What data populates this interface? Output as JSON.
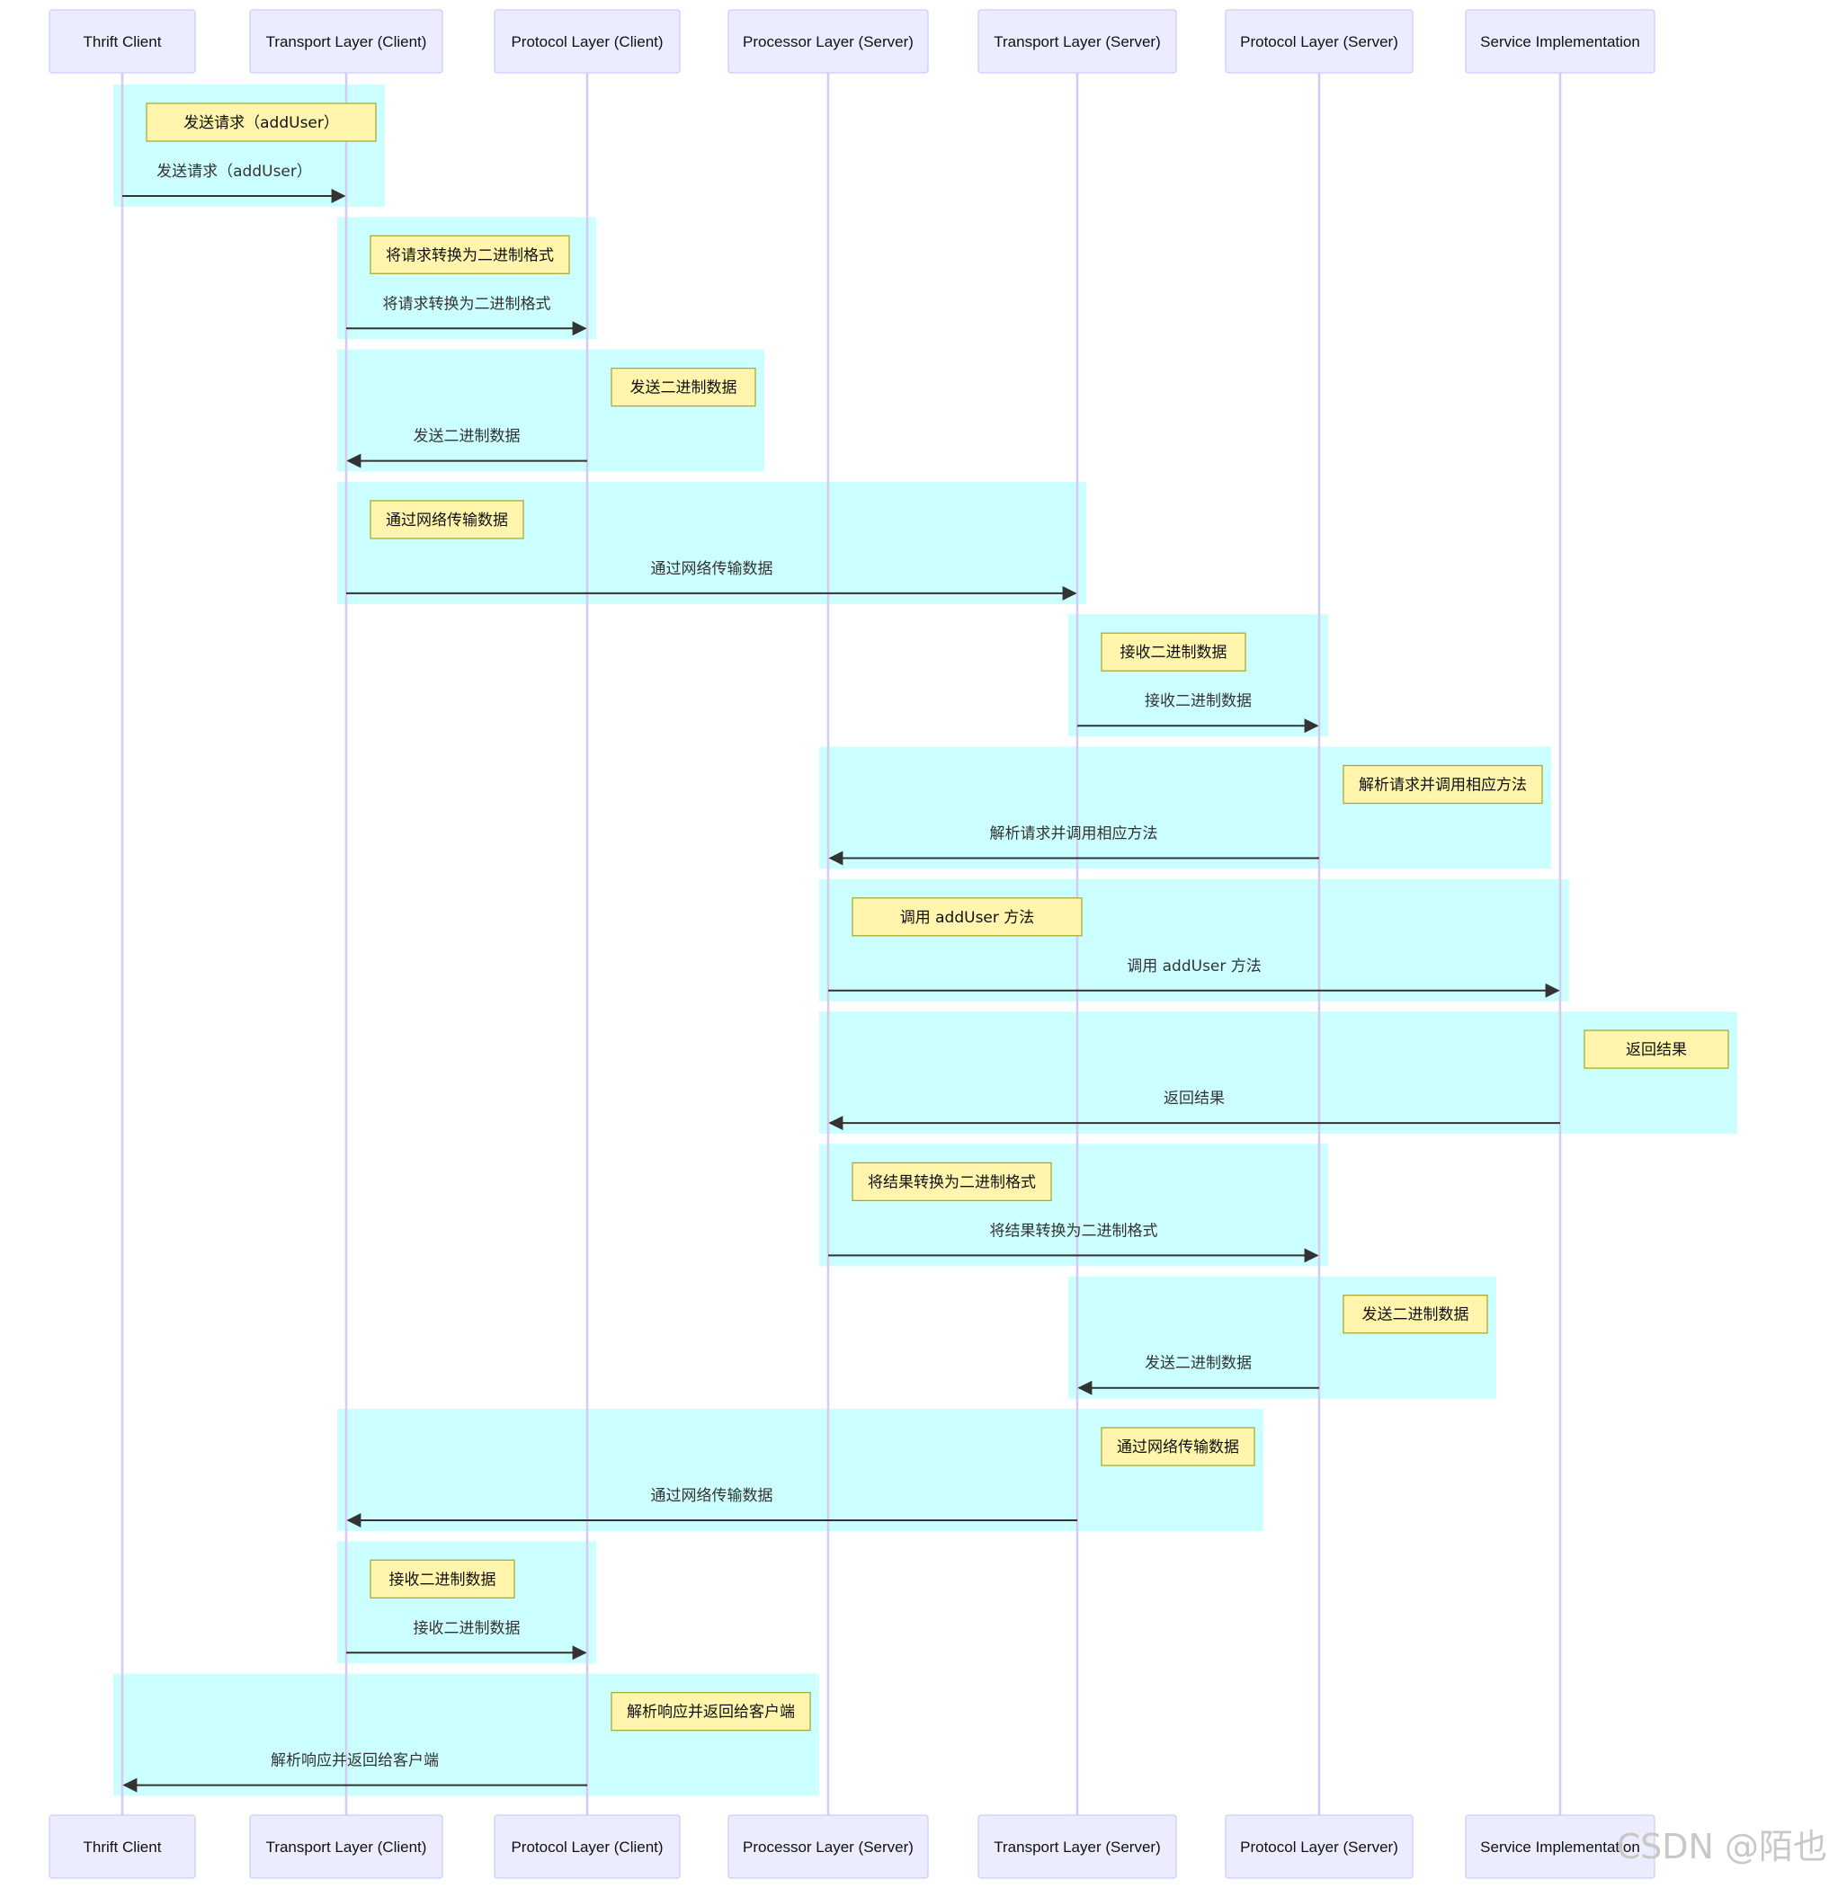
{
  "participants": [
    "Thrift Client",
    "Transport Layer (Client)",
    "Protocol Layer (Client)",
    "Processor Layer (Server)",
    "Transport Layer (Server)",
    "Protocol Layer (Server)",
    "Service Implementation"
  ],
  "messages": [
    {
      "from": 0,
      "to": 1,
      "note": "发送请求（addUser）",
      "text": "发送请求（addUser）"
    },
    {
      "from": 1,
      "to": 2,
      "note": "将请求转换为二进制格式",
      "text": "将请求转换为二进制格式"
    },
    {
      "from": 2,
      "to": 1,
      "note": "发送二进制数据",
      "text": "发送二进制数据"
    },
    {
      "from": 1,
      "to": 4,
      "note": "通过网络传输数据",
      "text": "通过网络传输数据"
    },
    {
      "from": 4,
      "to": 5,
      "note": "接收二进制数据",
      "text": "接收二进制数据"
    },
    {
      "from": 5,
      "to": 3,
      "note": "解析请求并调用相应方法",
      "text": "解析请求并调用相应方法"
    },
    {
      "from": 3,
      "to": 6,
      "note": "调用 addUser 方法",
      "text": "调用 addUser 方法"
    },
    {
      "from": 6,
      "to": 3,
      "note": "返回结果",
      "text": "返回结果"
    },
    {
      "from": 3,
      "to": 5,
      "note": "将结果转换为二进制格式",
      "text": "将结果转换为二进制格式"
    },
    {
      "from": 5,
      "to": 4,
      "note": "发送二进制数据",
      "text": "发送二进制数据"
    },
    {
      "from": 4,
      "to": 1,
      "note": "通过网络传输数据",
      "text": "通过网络传输数据"
    },
    {
      "from": 1,
      "to": 2,
      "note": "接收二进制数据",
      "text": "接收二进制数据"
    },
    {
      "from": 2,
      "to": 0,
      "note": "解析响应并返回给客户端",
      "text": "解析响应并返回给客户端"
    }
  ],
  "watermark": "CSDN @陌也",
  "colors": {
    "actor_fill": "#ECECFF",
    "actor_stroke": "#CCCCFF",
    "lifeline": "#D4CCF0",
    "rect_block": "#CCFFFF",
    "note_fill": "#FFF5AD",
    "note_stroke": "#AAAA33",
    "arrow": "#333333"
  }
}
